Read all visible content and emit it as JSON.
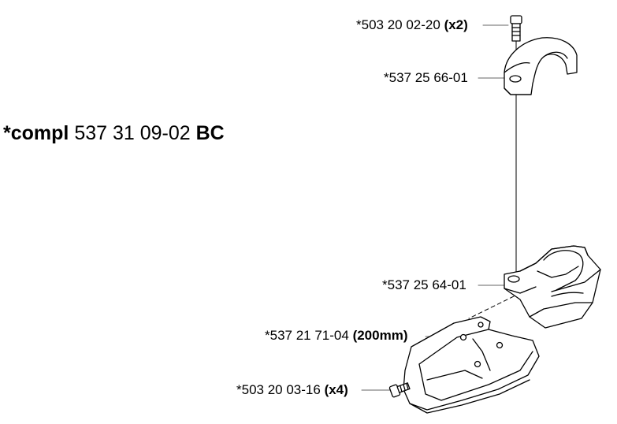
{
  "assembly": {
    "prefix": "*compl",
    "number": "537 31 09-02",
    "suffix": "BC"
  },
  "parts": [
    {
      "number": "*503 20 02-20",
      "note": "(x2)"
    },
    {
      "number": "*537 25 66-01",
      "note": ""
    },
    {
      "number": "*537 25 64-01",
      "note": ""
    },
    {
      "number": "*537 21 71-04",
      "note": "(200mm)"
    },
    {
      "number": "*503 20 03-16",
      "note": "(x4)"
    }
  ]
}
